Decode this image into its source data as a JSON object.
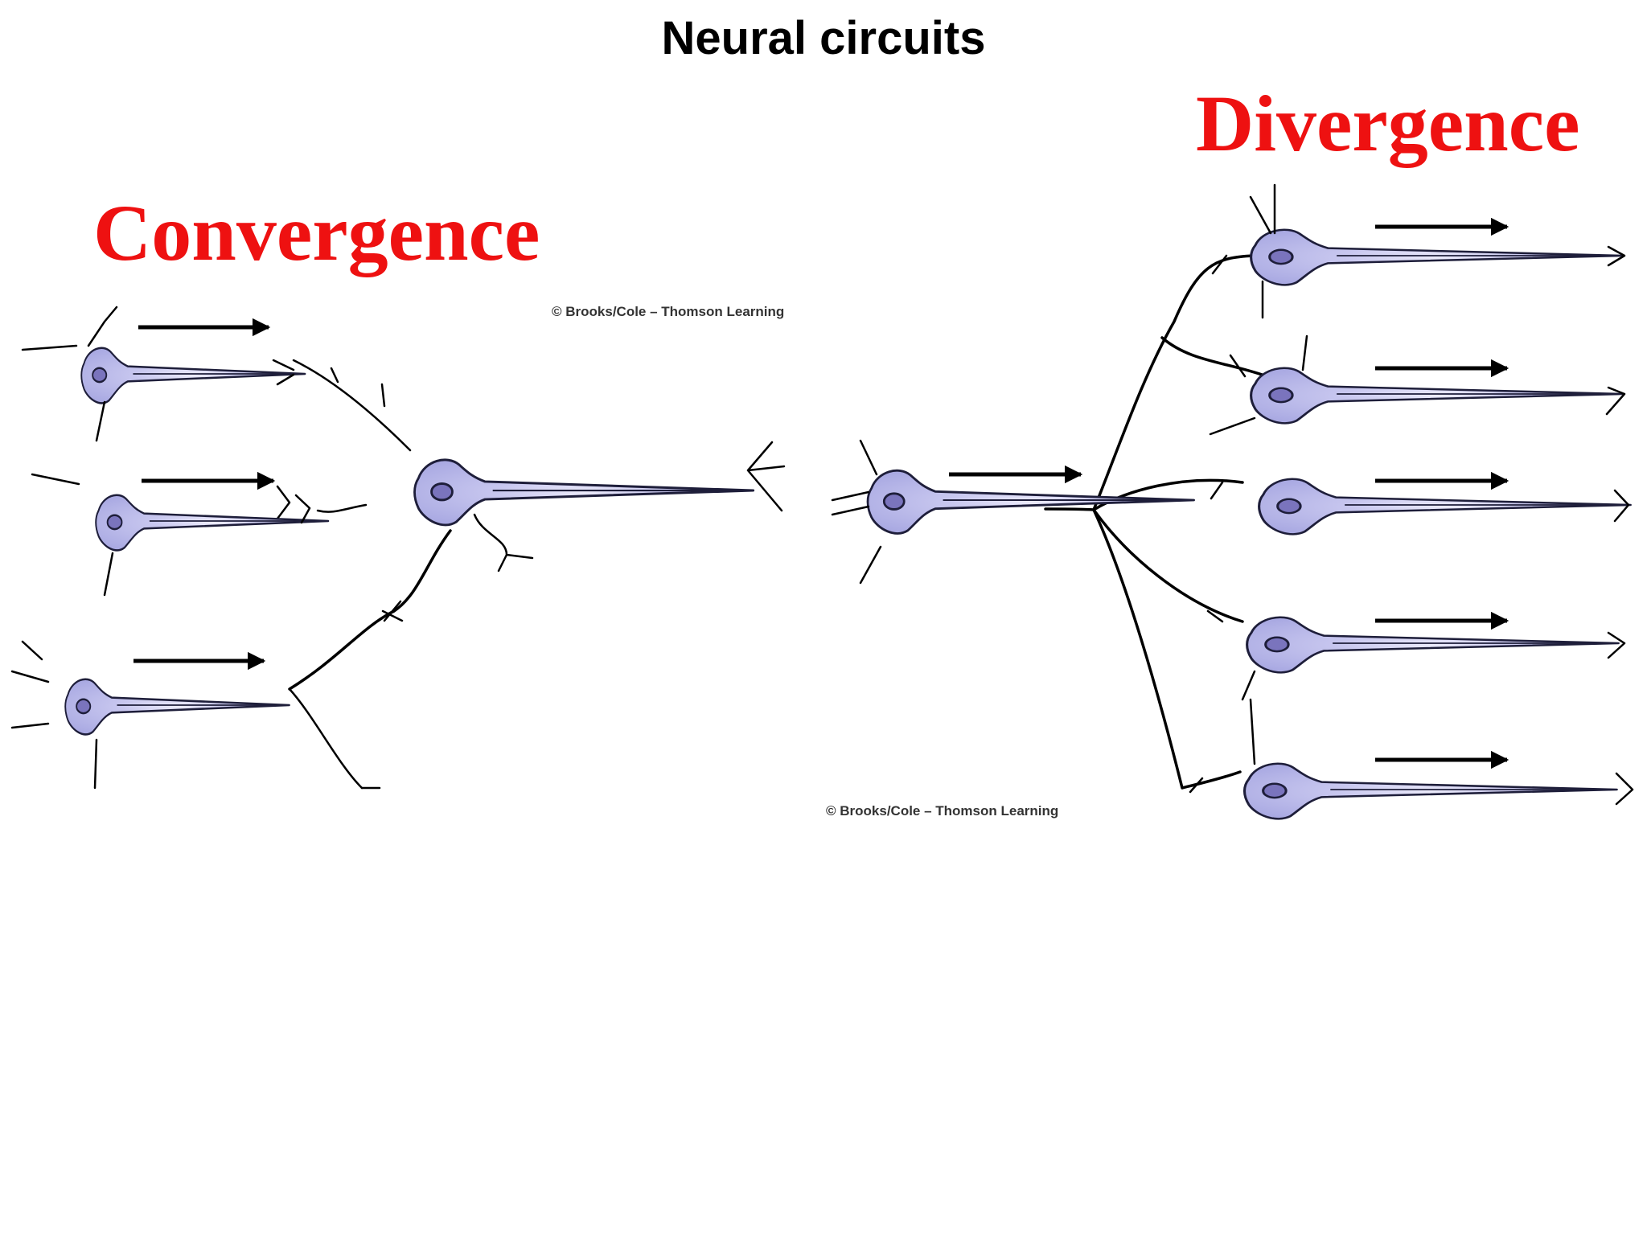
{
  "title": "Neural circuits",
  "convergence": {
    "label": "Convergence",
    "credit": "© Brooks/Cole – Thomson Learning"
  },
  "divergence": {
    "label": "Divergence",
    "credit": "© Brooks/Cole – Thomson Learning"
  },
  "colors": {
    "label_red": "#ee1111",
    "cell_fill": "#a9a9e2",
    "cell_glow": "#ecebfb",
    "nucleus": "#7a74bd",
    "outline": "#1e1e3a",
    "arrow": "#000000"
  },
  "icons": [
    "neuron-icon",
    "right-arrow-icon",
    "axon-branch-icon"
  ]
}
